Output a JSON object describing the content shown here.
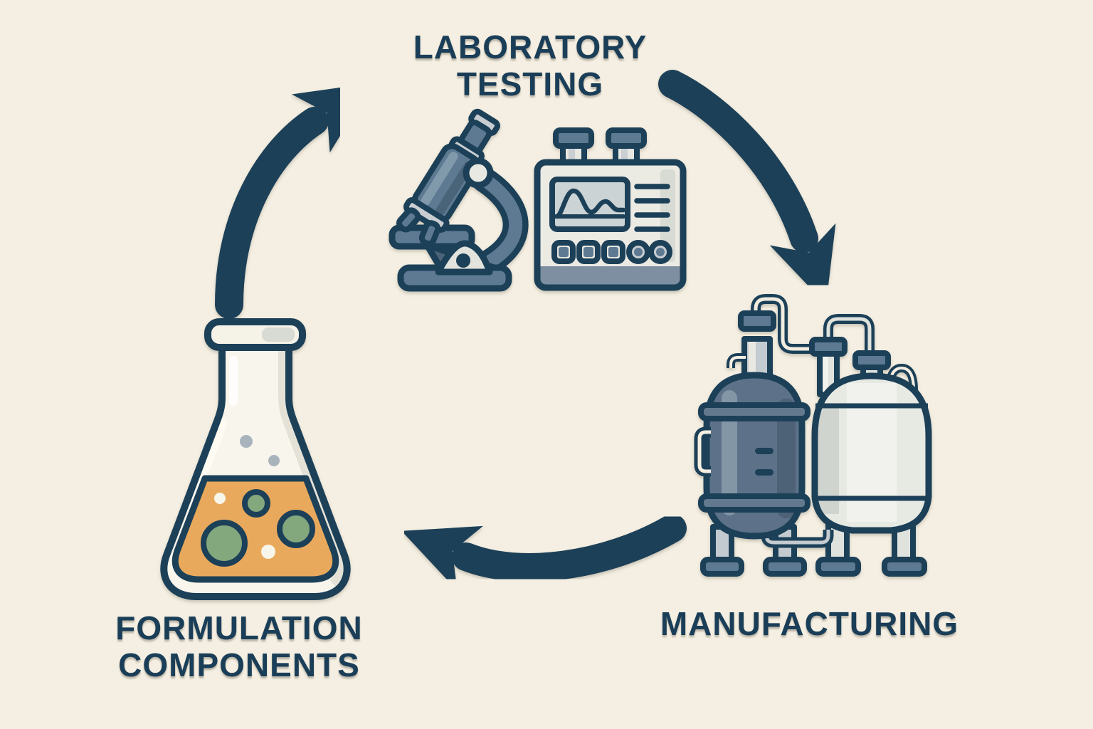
{
  "diagram": {
    "type": "cycle",
    "background_color": "#f4efe2",
    "text_color": "#1b3e58",
    "arrow_color": "#1d4059",
    "nodes": [
      {
        "id": "laboratory-testing",
        "label_line1": "LABORATORY",
        "label_line2": "TESTING",
        "icons": [
          "microscope-icon",
          "analyzer-icon"
        ]
      },
      {
        "id": "manufacturing",
        "label_line1": "MANUFACTURING",
        "icons": [
          "manufacturing-tanks-icon"
        ]
      },
      {
        "id": "formulation-components",
        "label_line1": "FORMULATION",
        "label_line2": "COMPONENTS",
        "icons": [
          "flask-icon"
        ]
      }
    ],
    "edges": [
      {
        "from": "formulation-components",
        "to": "laboratory-testing"
      },
      {
        "from": "laboratory-testing",
        "to": "manufacturing"
      },
      {
        "from": "manufacturing",
        "to": "formulation-components"
      }
    ],
    "palette": {
      "navy_outline": "#1d4059",
      "slate_fill": "#5d7a92",
      "steel_light": "#c7cdd1",
      "panel_light": "#ebeae3",
      "screen_gray": "#ccd3d4",
      "tank_dark": "#5d7288",
      "tank_light": "#e7e9e3",
      "liquid_orange": "#e9a95b",
      "bubble_green": "#84a87d",
      "cream_white": "#f6f3e9"
    }
  }
}
